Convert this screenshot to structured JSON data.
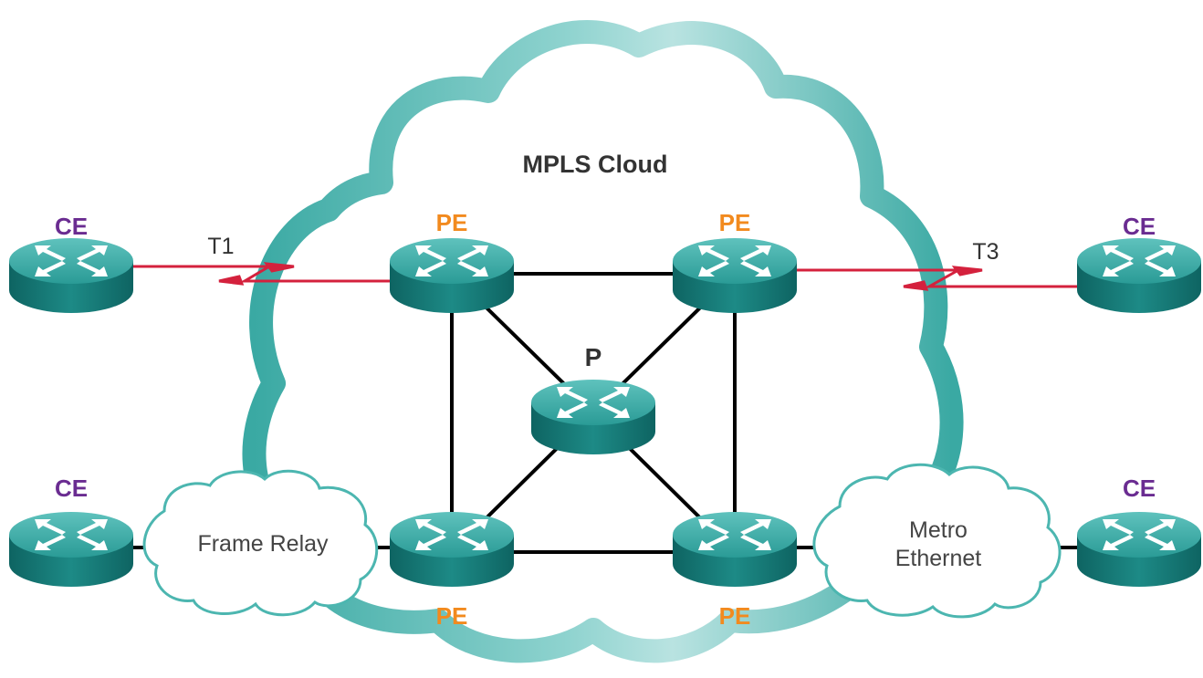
{
  "mpls_cloud": {
    "label": "MPLS Cloud"
  },
  "routers": {
    "ce_top_left": {
      "label": "CE"
    },
    "ce_bottom_left": {
      "label": "CE"
    },
    "ce_top_right": {
      "label": "CE"
    },
    "ce_bottom_right": {
      "label": "CE"
    },
    "pe_top_left": {
      "label": "PE"
    },
    "pe_top_right": {
      "label": "PE"
    },
    "pe_bottom_left": {
      "label": "PE"
    },
    "pe_bottom_right": {
      "label": "PE"
    },
    "p_core": {
      "label": "P"
    }
  },
  "links": {
    "t1": {
      "label": "T1"
    },
    "t3": {
      "label": "T3"
    }
  },
  "access_clouds": {
    "frame_relay": {
      "label": "Frame Relay"
    },
    "metro_ethernet": {
      "line1": "Metro",
      "line2": "Ethernet"
    }
  },
  "colors": {
    "router_teal": "#1f8a86",
    "cloud_teal": "#4cb6b0",
    "serial_link": "#d4213d",
    "ce_label": "#6a2c91",
    "pe_label": "#f28a1e"
  }
}
